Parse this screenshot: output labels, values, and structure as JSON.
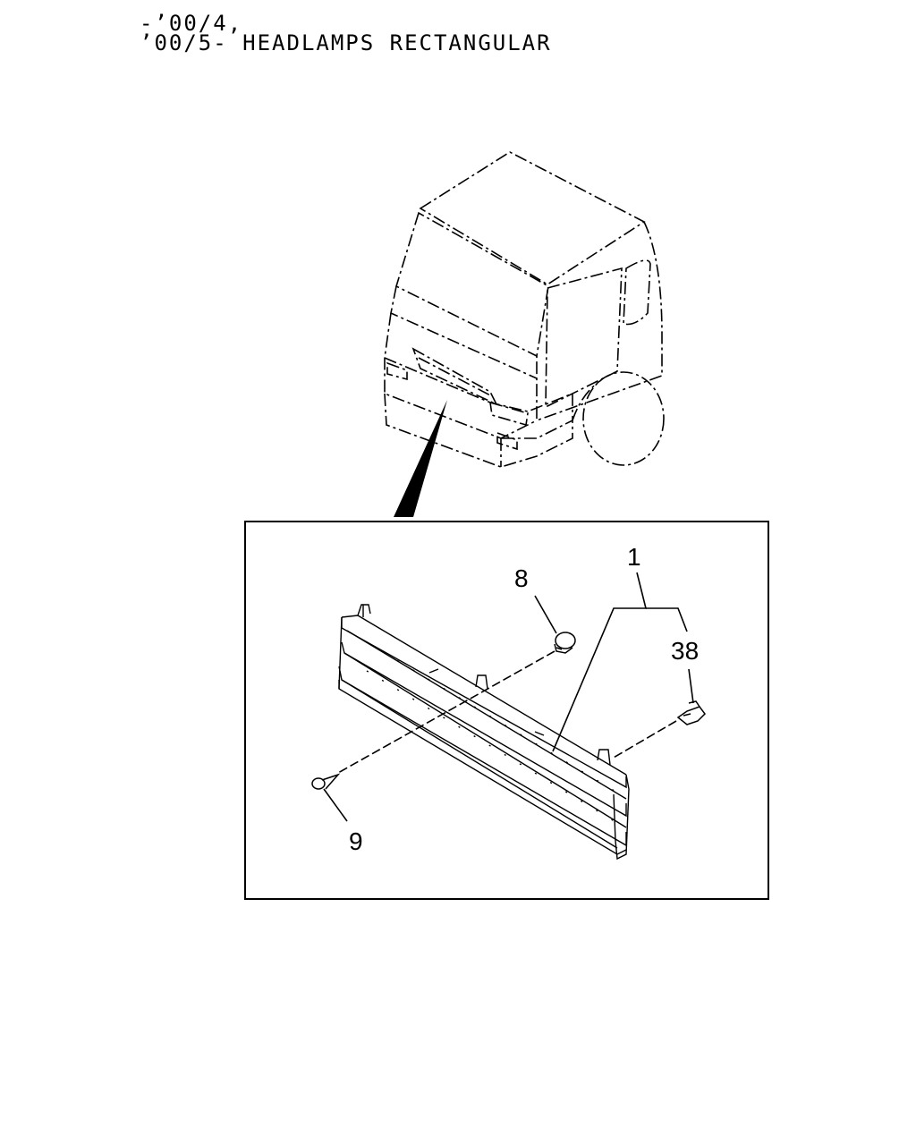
{
  "header": {
    "line1": "-’00/4,",
    "line2": "’00/5- HEADLAMPS RECTANGULAR"
  },
  "callouts": {
    "part_1": "1",
    "part_8": "8",
    "part_38": "38",
    "part_9": "9"
  },
  "colors": {
    "ink": "#000000",
    "paper": "#ffffff"
  }
}
